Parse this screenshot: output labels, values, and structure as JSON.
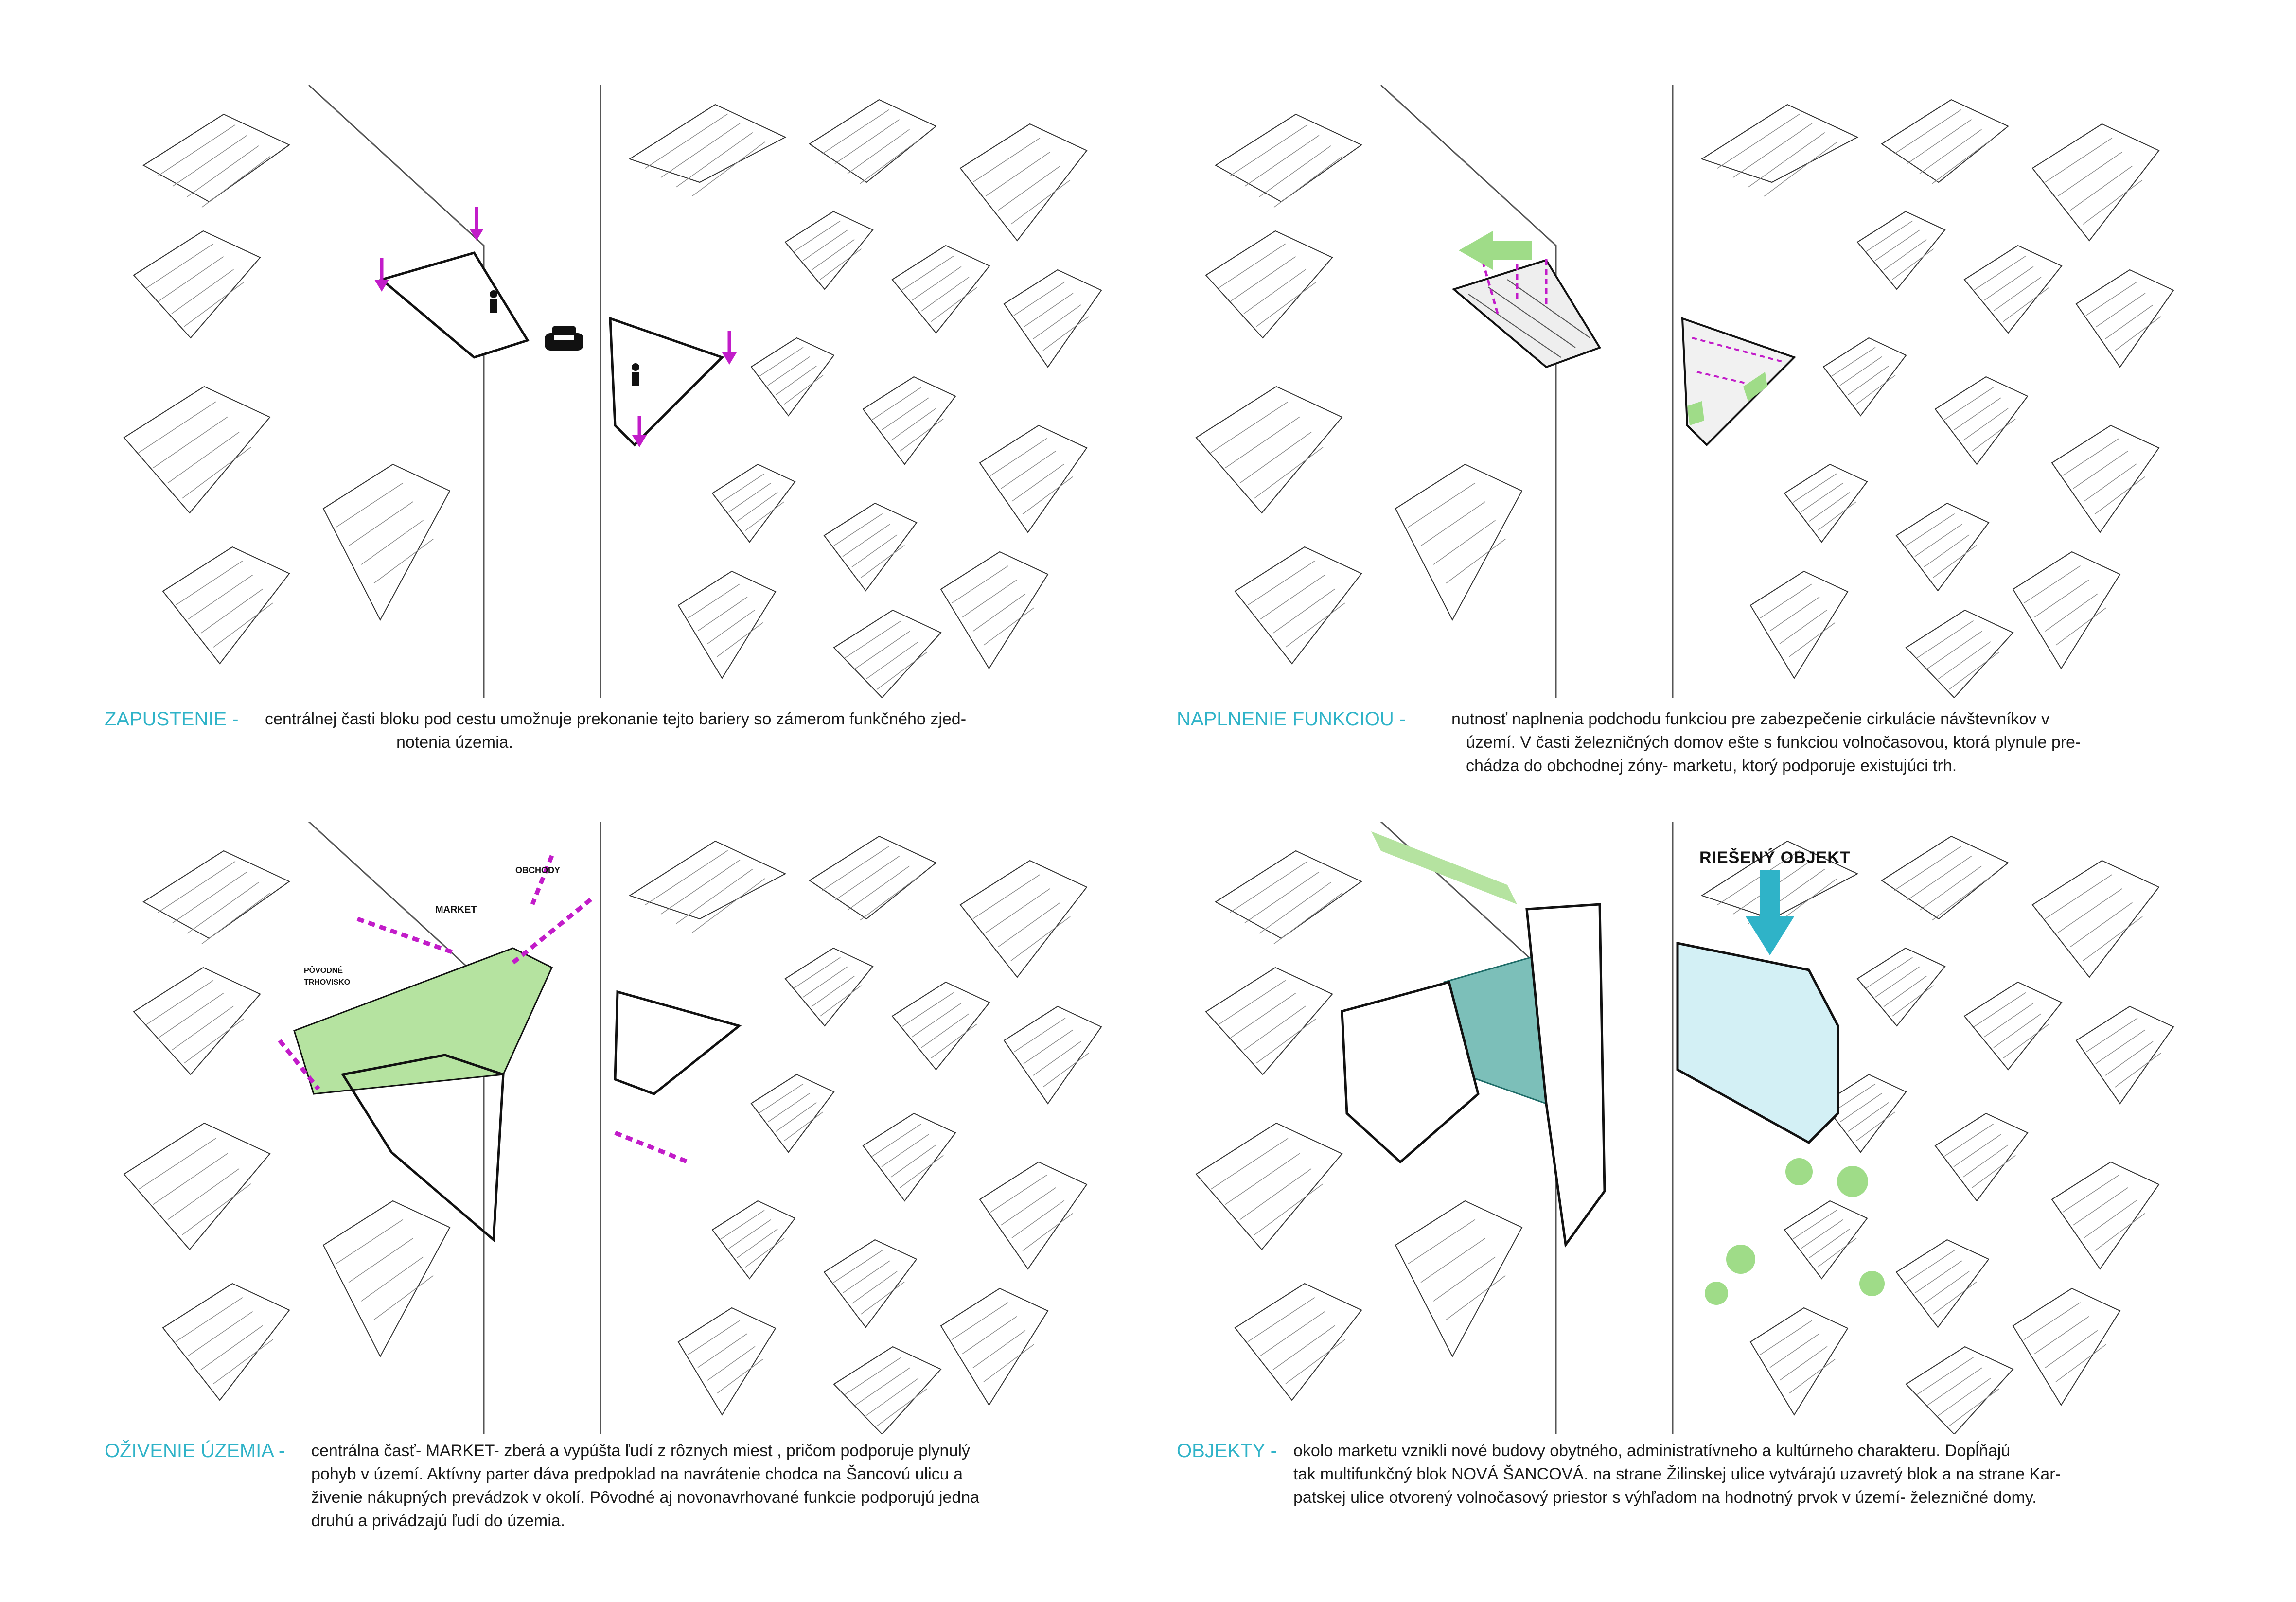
{
  "panels": [
    {
      "title": "ZAPUSTENIE -",
      "lines": [
        "centrálnej časti bloku pod cestu umožnuje prekonanie tejto bariery so zámerom funkčného zjed-",
        "notenia územia."
      ]
    },
    {
      "title": "NAPLNENIE FUNKCIOU -",
      "lines": [
        "nutnosť naplnenia podchodu funkciou pre zabezpečenie cirkulácie návštevníkov v",
        "území. V časti železničných domov ešte s funkciou volnočasovou, ktorá plynule pre-",
        "chádza do obchodnej zóny- marketu, ktorý podporuje existujúci trh."
      ]
    },
    {
      "title": "OŽIVENIE ÚZEMIA -",
      "lines": [
        "centrálna časť- MARKET- zberá a vypúšta ľudí z rôznych miest , pričom podporuje plynulý",
        " pohyb v území. Aktívny parter dáva predpoklad na navrátenie chodca na Šancovú ulicu a",
        "živenie nákupných prevádzok v okolí. Pôvodné aj novonavrhované funkcie podporujú jedna",
        "druhú a privádzajú ľudí do územia."
      ]
    },
    {
      "title": "OBJEKTY -",
      "lines": [
        "okolo marketu vznikli nové budovy obytného, administratívneho a kultúrneho charakteru. Dopĺňajú",
        "tak multifunkčný blok NOVÁ ŠANCOVÁ. na strane Žilinskej ulice vytvárajú uzavretý blok a na strane Kar-",
        "patskej ulice otvorený volnočasový priestor s výhľadom na hodnotný prvok v území- železničné domy."
      ]
    }
  ],
  "diagram_labels": {
    "obchody": "OBCHODY",
    "market": "MARKET",
    "povodne_line1": "PÔVODNÉ",
    "povodne_line2": "TRHOVISKO",
    "riešený_objekt": "RIEŠENÝ OBJEKT"
  },
  "colors": {
    "accent_teal": "#2fb3c8",
    "magenta": "#c21cc9",
    "green": "#b5e3a0",
    "glass_blue": "#d3f0f5",
    "line": "#222222"
  }
}
